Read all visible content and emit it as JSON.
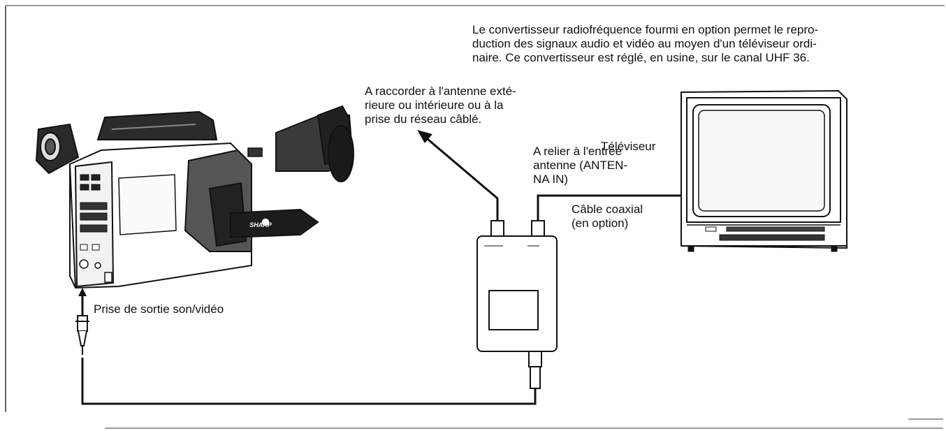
{
  "intro": {
    "lines": [
      "Le convertisseur radiofréquence fourmi en option permet le repro-",
      "duction des signaux audio et vidéo au moyen d'un téléviseur ordi-",
      "naire. Ce convertisseur est réglé, en usine, sur le canal UHF 36."
    ]
  },
  "labels": {
    "antenna": [
      "A raccorder à l'antenne exté-",
      "rieure ou intérieure ou à la",
      "prise du réseau câblé."
    ],
    "tv": "Téléviseur",
    "connect": [
      "A relier à l'entrée",
      "antenne (ANTEN-",
      "NA IN)"
    ],
    "coax": [
      "Câble coaxial",
      "(en option)"
    ],
    "output_jack": "Prise de sortie son/vidéo"
  },
  "camcorder": {
    "brand": "SHARP"
  }
}
